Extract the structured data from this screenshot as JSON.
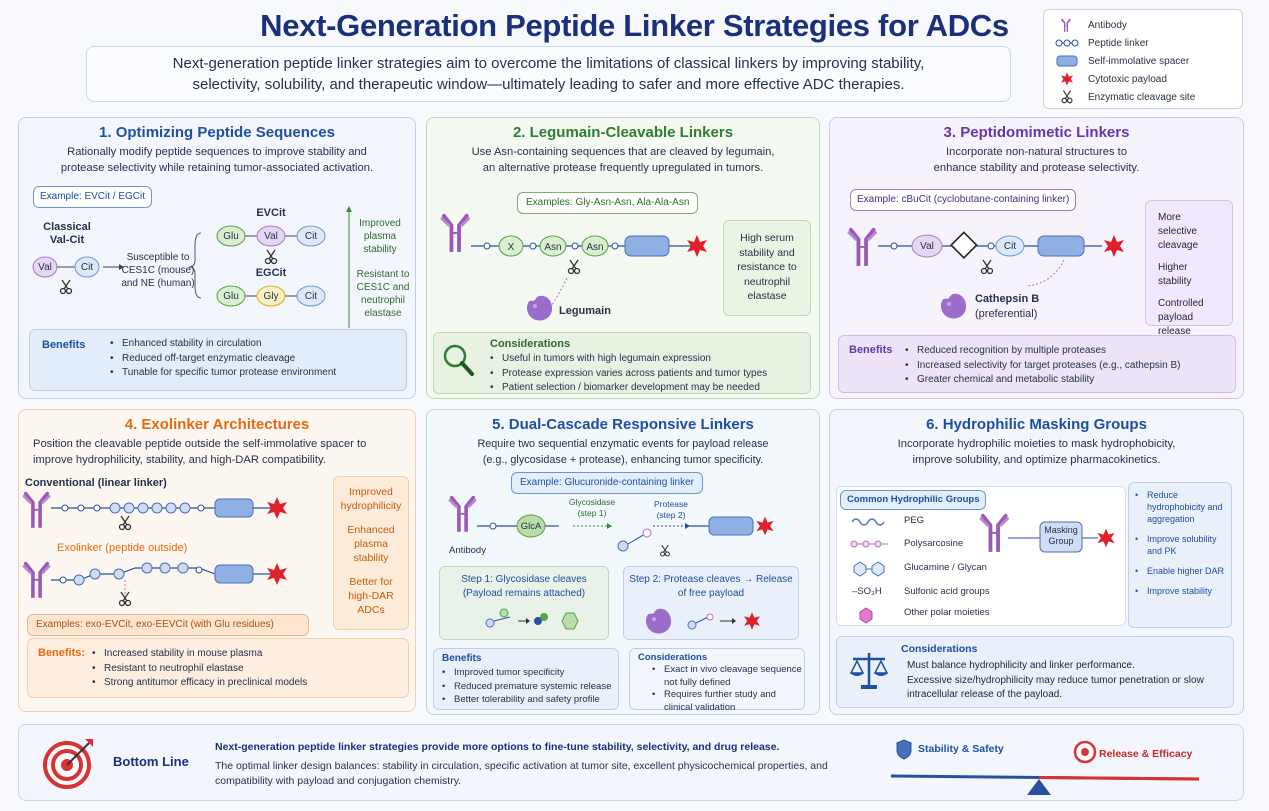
{
  "title": "Next-Generation Peptide Linker Strategies for ADCs",
  "intro": "Next-generation peptide linker strategies aim to overcome the limitations of classical linkers by improving stability, selectivity, solubility, and therapeutic window—ultimately leading to safer and more effective ADC therapies.",
  "legend": [
    "Antibody",
    "Peptide linker",
    "Self-immolative spacer",
    "Cytotoxic payload",
    "Enzymatic cleavage site"
  ],
  "p1": {
    "title": "1. Optimizing Peptide Sequences",
    "desc": "Rationally modify peptide sequences to improve stability and protease selectivity while retaining tumor-associated activation.",
    "example": "Example: EVCit / EGCit",
    "classical": "Classical Val-Cit",
    "val": "Val",
    "cit": "Cit",
    "susceptible": "Susceptible to CES1C (mouse) and NE (human)",
    "evcit": "EVCit",
    "egcit": "EGCit",
    "glu": "Glu",
    "gly": "Gly",
    "improved": "Improved plasma stability",
    "resistant": "Resistant to CES1C and neutrophil elastase",
    "benefits_label": "Benefits",
    "benefits": [
      "Enhanced stability in circulation",
      "Reduced off-target enzymatic cleavage",
      "Tunable for specific tumor protease environment"
    ]
  },
  "p2": {
    "title": "2. Legumain-Cleavable Linkers",
    "desc": "Use Asn-containing sequences that are cleaved by legumain, an alternative protease frequently upregulated in tumors.",
    "example": "Examples: Gly-Asn-Asn, Ala-Ala-Asn",
    "x": "X",
    "asn": "Asn",
    "legumain": "Legumain",
    "side": "High serum stability and resistance to neutrophil elastase",
    "cons_label": "Considerations",
    "cons": [
      "Useful in tumors with high legumain expression",
      "Protease expression varies across patients and tumor types",
      "Patient selection / biomarker development may be needed"
    ]
  },
  "p3": {
    "title": "3. Peptidomimetic Linkers",
    "desc": "Incorporate non-natural structures to enhance stability and protease selectivity.",
    "example": "Example: cBuCit (cyclobutane-containing linker)",
    "val": "Val",
    "cit": "Cit",
    "cathepsin": "Cathepsin B",
    "pref": "(preferential)",
    "side": [
      "More selective cleavage",
      "Higher stability",
      "Controlled payload release"
    ],
    "benefits_label": "Benefits",
    "benefits": [
      "Reduced recognition by multiple proteases",
      "Increased selectivity for target proteases (e.g., cathepsin B)",
      "Greater chemical and metabolic stability"
    ]
  },
  "p4": {
    "title": "4. Exolinker Architectures",
    "desc": "Position the cleavable peptide outside the self-immolative spacer to improve hydrophilicity, stability, and high-DAR compatibility.",
    "conventional": "Conventional (linear linker)",
    "exolinker": "Exolinker (peptide outside)",
    "side": [
      "Improved hydrophilicity",
      "Enhanced plasma stability",
      "Better for high-DAR ADCs"
    ],
    "example": "Examples: exo-EVCit, exo-EEVCit (with Glu residues)",
    "benefits_label": "Benefits:",
    "benefits": [
      "Increased stability in mouse plasma",
      "Resistant to neutrophil elastase",
      "Strong antitumor efficacy in preclinical models"
    ]
  },
  "p5": {
    "title": "5. Dual-Cascade Responsive Linkers",
    "desc": "Require two sequential enzymatic events for payload release (e.g., glycosidase + protease), enhancing tumor specificity.",
    "example": "Example: Glucuronide-containing linker",
    "glca": "GlcA",
    "antibody": "Antibody",
    "gly_step": "Glycosidase (step 1)",
    "pro_step": "Protease (step 2)",
    "step1": "Step 1: Glycosidase cleaves (Payload remains attached)",
    "step2": "Step 2: Protease cleaves → Release of free payload",
    "benefits_label": "Benefits",
    "benefits": [
      "Improved tumor specificity",
      "Reduced premature systemic release",
      "Better tolerability and safety profile"
    ],
    "cons_label": "Considerations",
    "cons": [
      "Exact in vivo cleavage sequence not fully defined",
      "Requires further study and clinical validation"
    ]
  },
  "p6": {
    "title": "6. Hydrophilic Masking Groups",
    "desc": "Incorporate hydrophilic moieties to mask hydrophobicity, improve solubility, and optimize pharmacokinetics.",
    "groups_label": "Common Hydrophilic Groups",
    "groups": [
      "PEG",
      "Polysarcosine",
      "Glucamine / Glycan",
      "Sulfonic acid groups",
      "Other polar moieties"
    ],
    "so3h": "–SO₃H",
    "masking": "Masking Group",
    "side": [
      "Reduce hydrophobicity and aggregation",
      "Improve solubility and PK",
      "Enable higher DAR",
      "Improve stability"
    ],
    "cons_label": "Considerations",
    "cons": [
      "Must balance hydrophilicity and linker performance.",
      "Excessive size/hydrophilicity may reduce tumor penetration or slow intracellular release of the payload."
    ]
  },
  "bottom": {
    "label": "Bottom Line",
    "line1": "Next-generation peptide linker strategies provide more options to fine-tune stability, selectivity, and drug release.",
    "line2": "The optimal linker design balances: stability in circulation, specific activation at tumor site, excellent physicochemical properties, and compatibility with payload and conjugation chemistry.",
    "stability": "Stability & Safety",
    "release": "Release & Efficacy"
  },
  "colors": {
    "title": "#1b2f7a",
    "antibody": "#9b59b6",
    "payload": "#e0202a",
    "spacer": "#8fb0e3",
    "p1": "#1f4fa0",
    "p2": "#2e7d32",
    "p3": "#6a35a8",
    "p4": "#e66a12",
    "p5": "#1f4fa0",
    "p6": "#1f4fa0"
  }
}
